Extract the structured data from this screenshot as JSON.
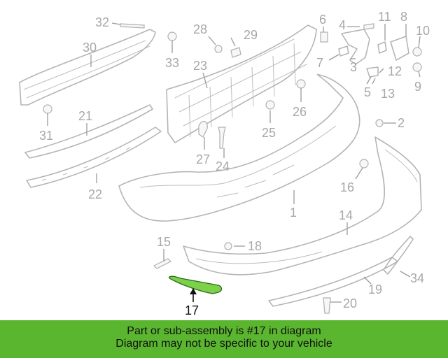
{
  "callouts": {
    "c1": "1",
    "c2": "2",
    "c3": "3",
    "c4": "4",
    "c5": "5",
    "c6": "6",
    "c7": "7",
    "c8": "8",
    "c9": "9",
    "c10": "10",
    "c11": "11",
    "c12": "12",
    "c13": "13",
    "c14": "14",
    "c15": "15",
    "c16": "16",
    "c17": "17",
    "c18": "18",
    "c19": "19",
    "c20": "20",
    "c21": "21",
    "c22": "22",
    "c23": "23",
    "c24": "24",
    "c25": "25",
    "c26": "26",
    "c27": "27",
    "c28": "28",
    "c29": "29",
    "c30": "30",
    "c31": "31",
    "c32": "32",
    "c33": "33",
    "c34": "34"
  },
  "highlighted_part": "17",
  "colors": {
    "banner": "#5ab52f",
    "highlight": "#7bd24a",
    "part_stroke": "#b5b5b5"
  },
  "banner": {
    "line1": "Part or sub-assembly is #17 in diagram",
    "line2": "Diagram may not be specific to your vehicle"
  }
}
